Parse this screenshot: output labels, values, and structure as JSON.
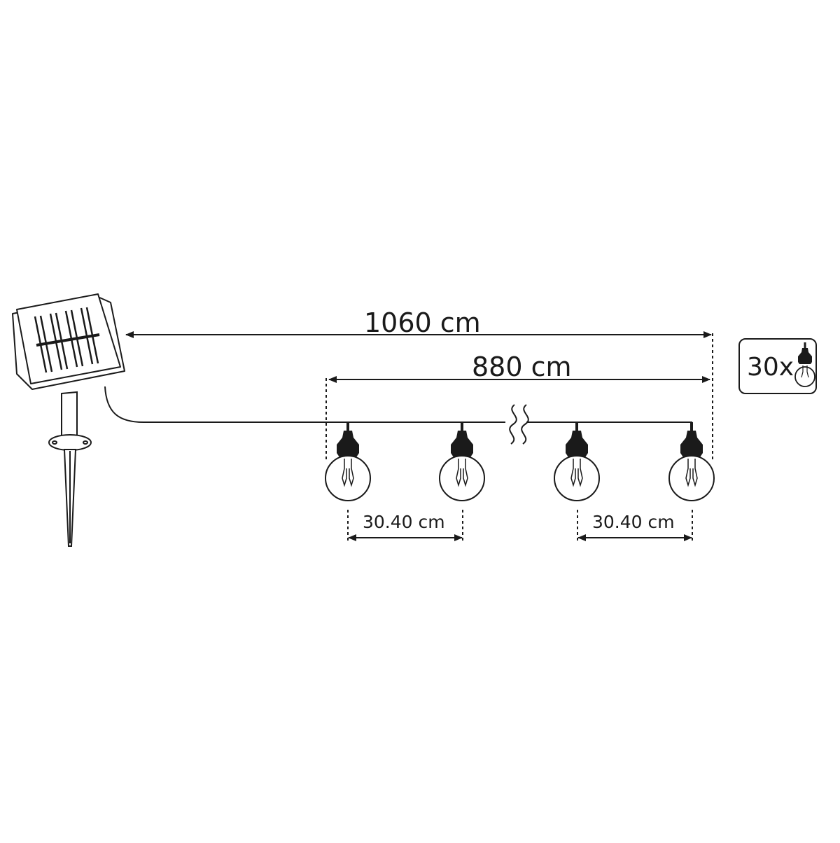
{
  "dimensions": {
    "total_length": "1060 cm",
    "lit_length": "880 cm",
    "spacing_left": "30.40 cm",
    "spacing_right": "30.40 cm"
  },
  "bulb_count": {
    "label": "30x",
    "icon": "bulb-icon"
  }
}
